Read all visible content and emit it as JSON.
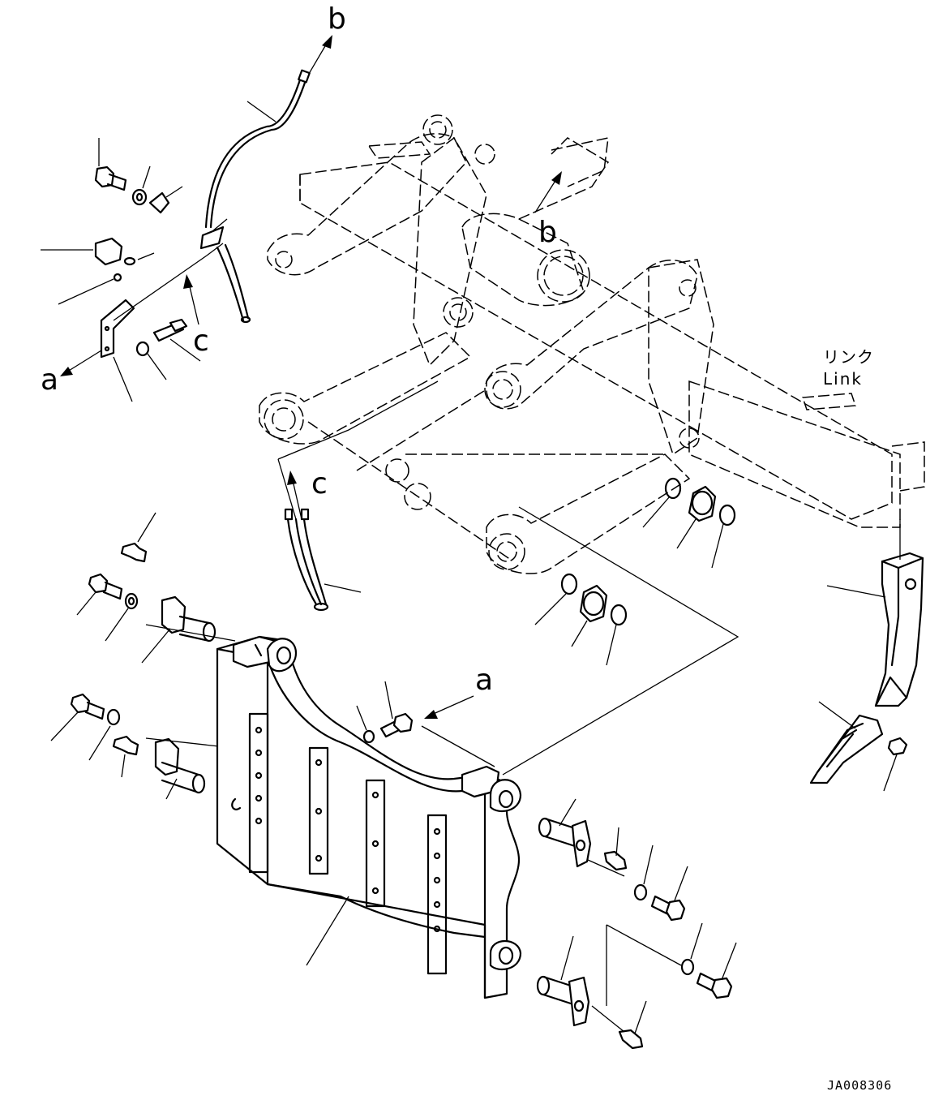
{
  "labels": {
    "a": "a",
    "b": "b",
    "c": "c",
    "link_jp": "リンク",
    "link_en": "Link",
    "drawing_code": "JA008306"
  }
}
